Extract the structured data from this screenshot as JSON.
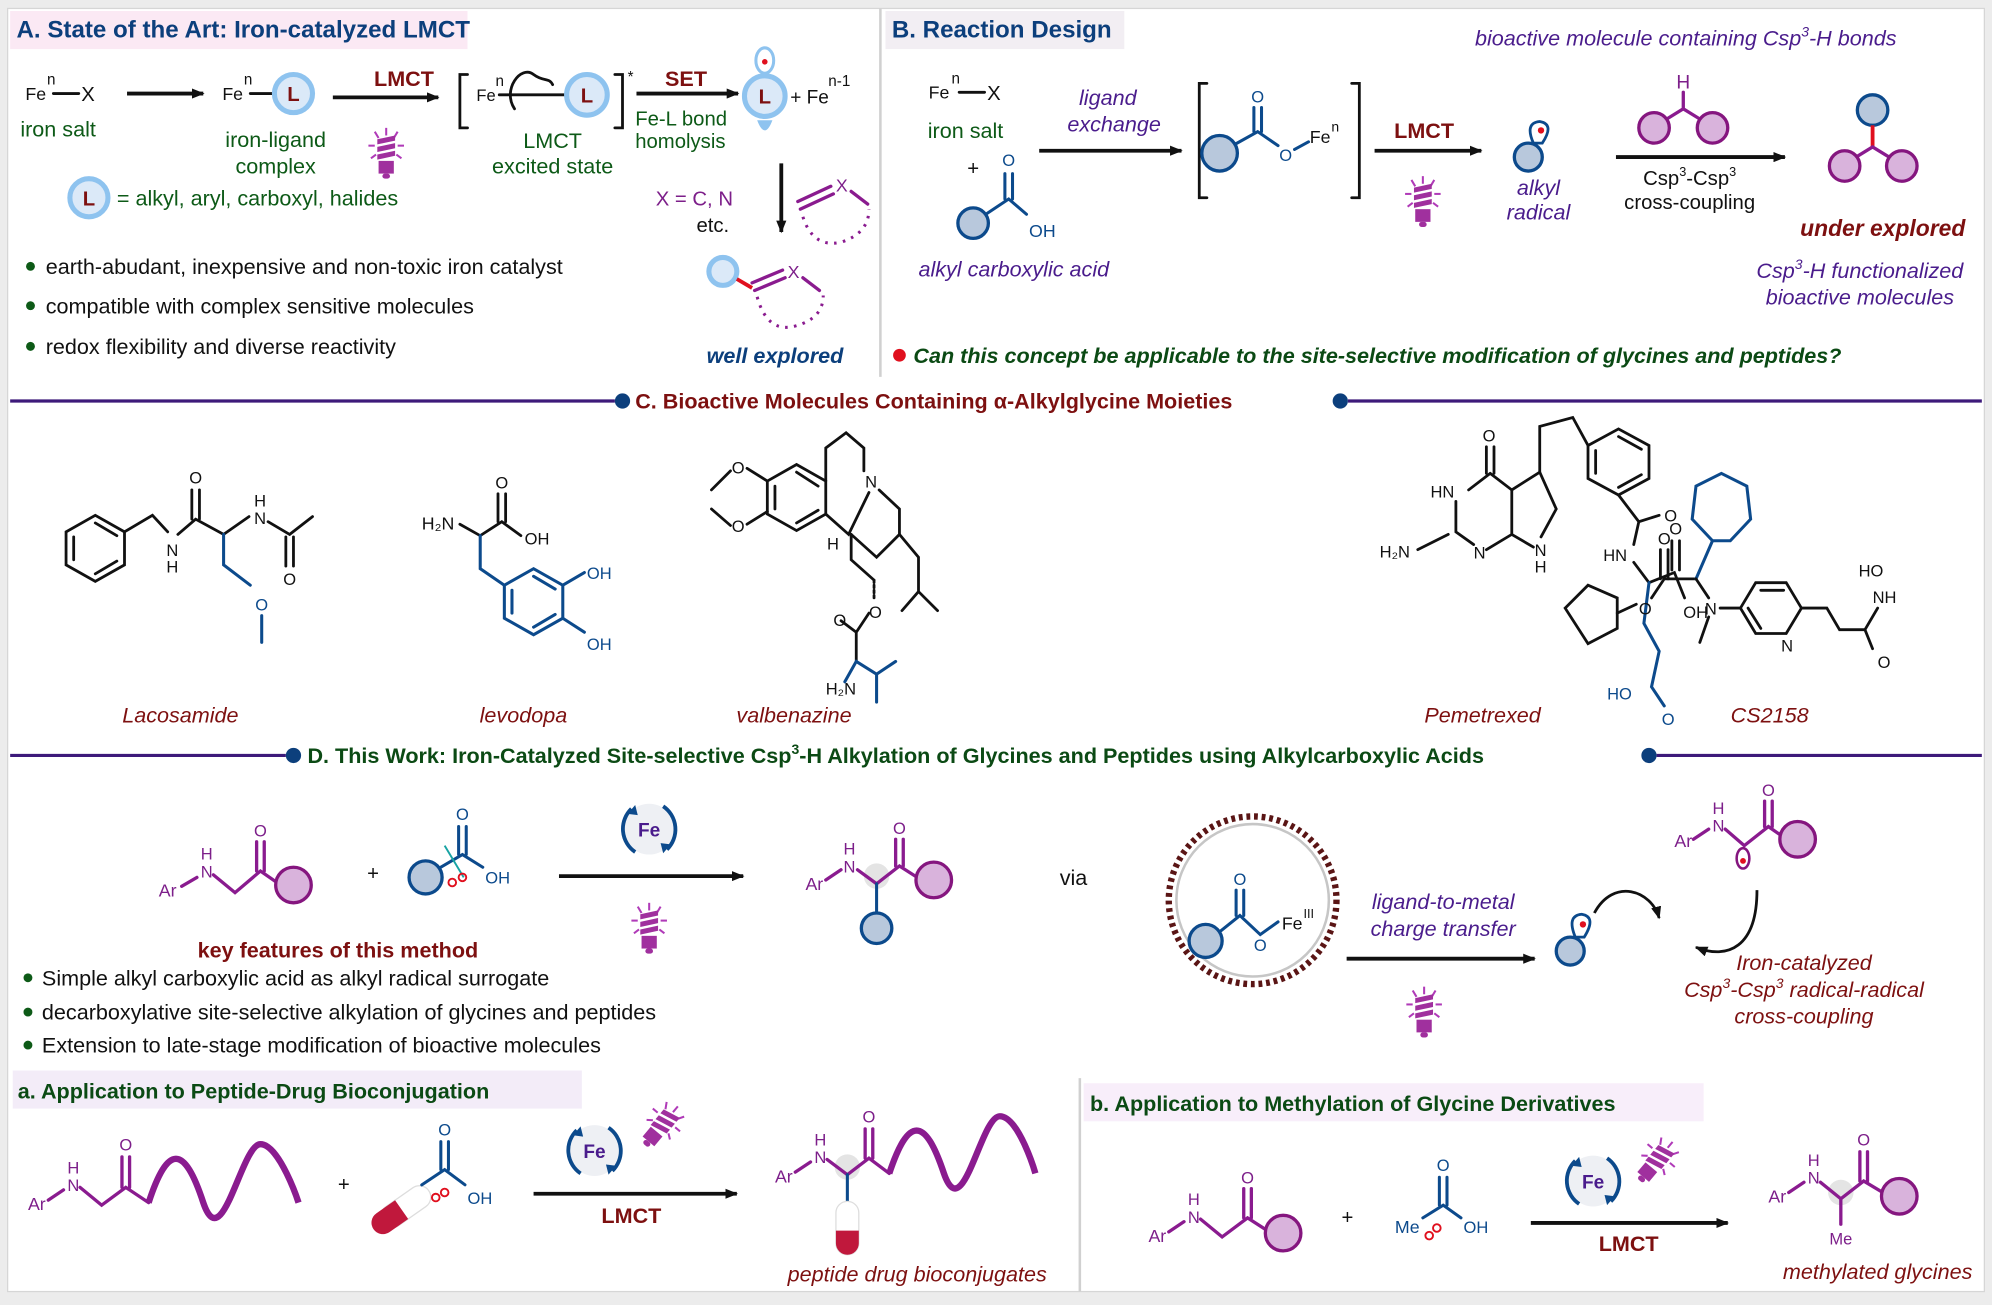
{
  "panelA": {
    "title": "A. State of the Art: Iron-catalyzed LMCT",
    "fe_x": {
      "fe": "Fe",
      "sup": "n",
      "x": "X"
    },
    "iron_salt": "iron salt",
    "complex_label_1": "iron-ligand",
    "complex_label_2": "complex",
    "lmct": "LMCT",
    "excited_1": "LMCT",
    "excited_2": "excited state",
    "set": "SET",
    "homolysis_1": "Fe-L bond",
    "homolysis_2": "homolysis",
    "plus_fe": "+ Fe",
    "plus_fe_sup": "n-1",
    "ligand_symbol": "L",
    "ligand_def": "= alkyl, aryl, carboxyl, halides",
    "x_def": "X = C, N",
    "etc": "etc.",
    "x_atom": "X",
    "well_explored": "well explored",
    "bullets": [
      "earth-abudant, inexpensive and non-toxic iron catalyst",
      "compatible with complex sensitive molecules",
      "redox flexibility and diverse reactivity"
    ]
  },
  "panelB": {
    "title": "B. Reaction Design",
    "top_note": "bioactive molecule containing Csp",
    "top_note_sup": "3",
    "top_note_tail": "-H bonds",
    "iron_salt": "iron salt",
    "plus": "+",
    "acid_label": "alkyl carboxylic acid",
    "oh": "OH",
    "o": "O",
    "ligand_exchange_1": "ligand",
    "ligand_exchange_2": "exchange",
    "fen": "Fe",
    "fen_sup": "n",
    "lmct": "LMCT",
    "radical_1": "alkyl",
    "radical_2": "radical",
    "h": "H",
    "coupling_1a": "Csp",
    "coupling_1b": "-Csp",
    "coupling_sup": "3",
    "coupling_2": "cross-coupling",
    "under_explored": "under explored",
    "func_1a": "Csp",
    "func_1b": "-H functionalized",
    "func_2": "bioactive molecules",
    "question": "Can this concept be applicable to the site-selective modification of glycines and peptides?"
  },
  "panelC": {
    "title": "C. Bioactive Molecules Containing α-Alkylglycine Moieties",
    "molecules": [
      {
        "name": "Lacosamide"
      },
      {
        "name": "levodopa"
      },
      {
        "name": "valbenazine"
      },
      {
        "name": "Pemetrexed"
      },
      {
        "name": "CS2158"
      }
    ],
    "atoms": {
      "O": "O",
      "N": "N",
      "H": "H",
      "NH": "NH",
      "HN": "HN",
      "OH": "OH",
      "HO": "HO",
      "H2N": "H₂N"
    }
  },
  "panelD": {
    "title_a": "D. This Work: Iron-Catalyzed Site-selective Csp",
    "title_sup": "3",
    "title_b": "-H Alkylation of Glycines and Peptides using Alkylcarboxylic Acids",
    "ar": "Ar",
    "fe": "Fe",
    "plus": "+",
    "via": "via",
    "fe3": "Fe",
    "fe3_sup": "III",
    "lmct_desc_1": "ligand-to-metal",
    "lmct_desc_2": "charge transfer",
    "coupling_1": "Iron-catalyzed",
    "coupling_2a": "Csp",
    "coupling_2b": "-Csp",
    "coupling_2c": " radical-radical",
    "coupling_sup": "3",
    "coupling_3": "cross-coupling",
    "key_features": "key features of this method",
    "bullets": [
      "Simple alkyl carboxylic acid as alkyl radical surrogate",
      "decarboxylative site-selective alkylation of glycines and peptides",
      "Extension to late-stage modification of bioactive molecules"
    ]
  },
  "panelSubA": {
    "title": "a. Application to Peptide-Drug Bioconjugation",
    "lmct": "LMCT",
    "product": "peptide drug bioconjugates"
  },
  "panelSubB": {
    "title": "b. Application to Methylation of Glycine Derivatives",
    "me": "Me",
    "lmct": "LMCT",
    "product": "methylated glycines"
  },
  "colors": {
    "navy": "#0c3f7c",
    "green": "#0d5a17",
    "maroon": "#7d1010",
    "purple": "#4a1c8c",
    "magenta": "#8a1b8f",
    "red_dot": "#e0101e",
    "section_line": "#3d1a7a"
  }
}
